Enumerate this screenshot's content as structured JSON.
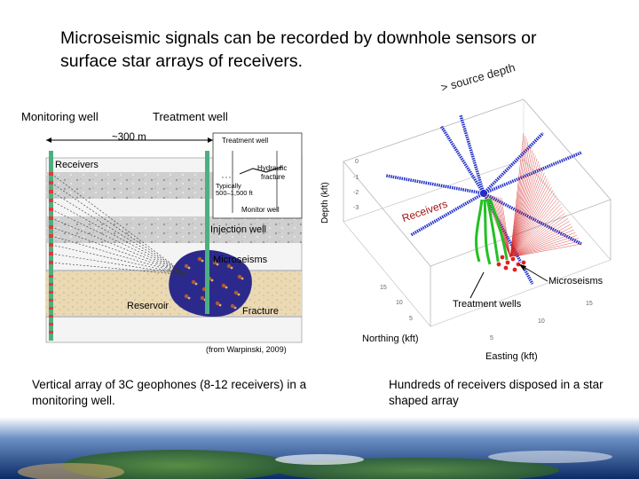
{
  "slide": {
    "title": "Microseismic signals can be recorded by downhole sensors or surface star arrays of receivers.",
    "left_caption": "Vertical array of 3C geophones (8-12 receivers) in a monitoring well.",
    "right_caption": "Hundreds of receivers disposed in a star shaped array"
  },
  "left_figure": {
    "monitoring_well": "Monitoring well",
    "treatment_well": "Treatment well",
    "distance": "~300 m",
    "receivers": "Receivers",
    "injection_well": "Injection well",
    "microseisms": "Microseisms",
    "reservoir": "Reservoir",
    "fracture": "Fracture",
    "credit": "(from Warpinski, 2009)",
    "inset": {
      "treatment_well": "Treatment well",
      "hydraulic_fracture_1": "Hydraulic",
      "hydraulic_fracture_2": "fracture",
      "typically_1": "Typically",
      "typically_2": "500–1,500 ft",
      "monitor_well": "Monitor well"
    }
  },
  "right_figure": {
    "source_depth": "> source depth",
    "depth_axis": "Depth (kft)",
    "receivers": "Receivers",
    "microseisms": "Microseisms",
    "treatment_wells": "Treatment wells",
    "northing_axis": "Northing (kft)",
    "easting_axis": "Easting (kft)",
    "depth_ticks": [
      "0",
      "-1",
      "-2",
      "-3"
    ],
    "northing_ticks": [
      "15",
      "10",
      "5"
    ],
    "easting_ticks": [
      "5",
      "10",
      "15"
    ]
  },
  "colors": {
    "star_arm": "#1f2fc8",
    "ray": "#d42020",
    "well": "#22c022",
    "microseism_cloud": "#2b2a8c",
    "reservoir": "#ead9b3",
    "rock_gray": "#c8c8c8"
  }
}
